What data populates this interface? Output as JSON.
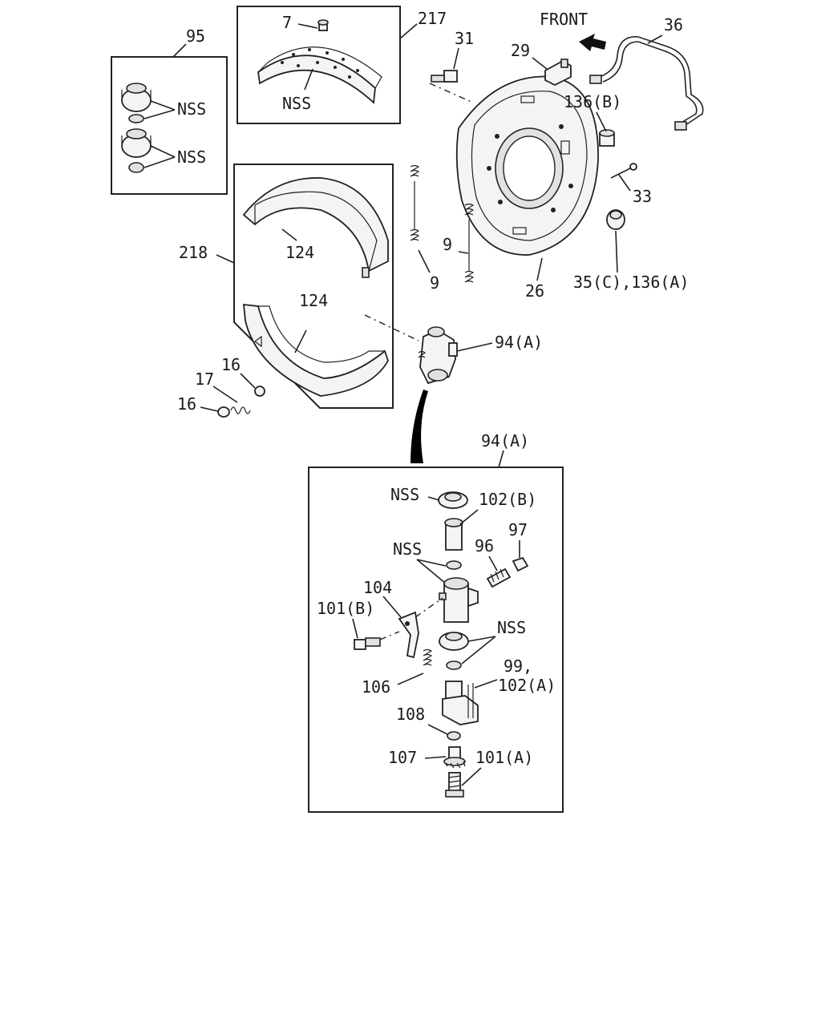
{
  "direction_label": "FRONT",
  "callouts": {
    "c95": "95",
    "c217": "217",
    "c7": "7",
    "c31": "31",
    "c29": "29",
    "c36": "36",
    "c136b": "136(B)",
    "c33": "33",
    "c26": "26",
    "c35c136a": "35(C),136(A)",
    "c9a": "9",
    "c9b": "9",
    "c218": "218",
    "c124a": "124",
    "c124b": "124",
    "c94a_top": "94(A)",
    "c94a_detail": "94(A)",
    "c17": "17",
    "c16a": "16",
    "c16b": "16",
    "c102b": "102(B)",
    "c97": "97",
    "c96": "96",
    "c104": "104",
    "c101b": "101(B)",
    "c106": "106",
    "c99": "99,",
    "c102a": "102(A)",
    "c108": "108",
    "c107": "107",
    "c101a": "101(A)"
  },
  "nss_labels": {
    "nss_95_top": "NSS",
    "nss_95_bottom": "NSS",
    "nss_217": "NSS",
    "nss_detail_top": "NSS",
    "nss_detail_mid": "NSS",
    "nss_detail_right": "NSS"
  }
}
